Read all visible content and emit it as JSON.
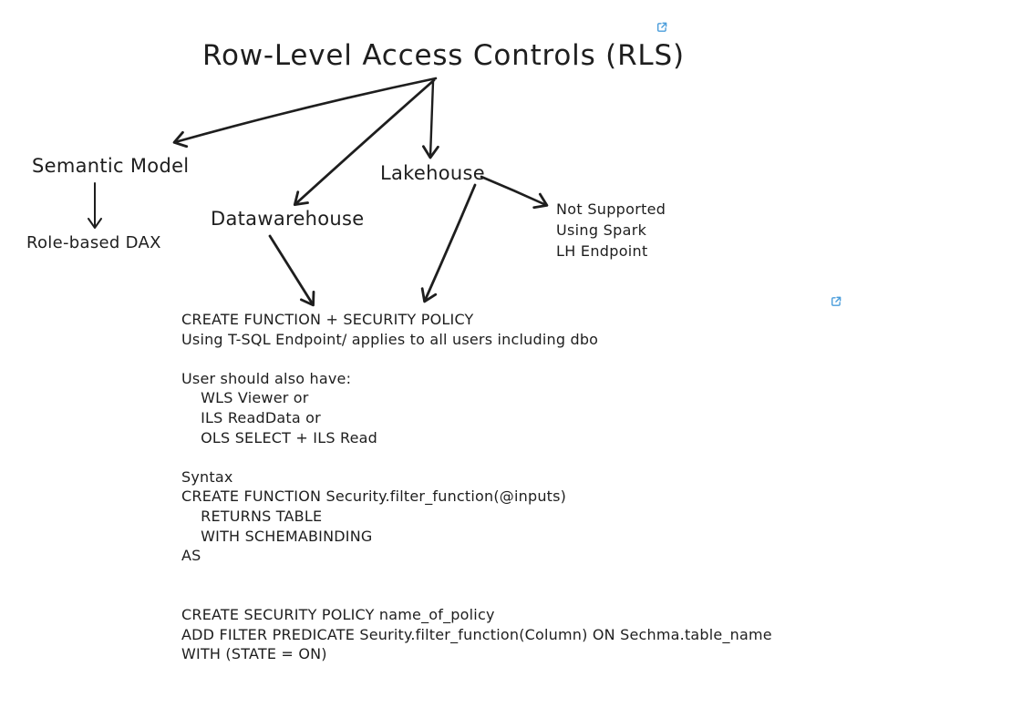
{
  "canvas": {
    "background": "#ffffff",
    "ink_color": "#1e1e1e",
    "link_color": "#4a9ddb"
  },
  "title": {
    "label": "Row-Level Access Controls (RLS)"
  },
  "nodes": {
    "semantic_model": "Semantic Model",
    "role_based_dax": "Role-based DAX",
    "datawarehouse": "Datawarehouse",
    "lakehouse": "Lakehouse",
    "not_supported": "Not Supported\nUsing Spark\nLH Endpoint"
  },
  "code_block": {
    "text": "CREATE FUNCTION + SECURITY POLICY\nUsing T-SQL Endpoint/ applies to all users including dbo\n\nUser should also have:\n    WLS Viewer or\n    ILS ReadData or\n    OLS SELECT + ILS Read\n\nSyntax\nCREATE FUNCTION Security.filter_function(@inputs)\n    RETURNS TABLE\n    WITH SCHEMABINDING\nAS\n\n\nCREATE SECURITY POLICY name_of_policy\nADD FILTER PREDICATE Seurity.filter_function(Column) ON Sechma.table_name\nWITH (STATE = ON)"
  },
  "icons": {
    "external_link": "↗"
  }
}
